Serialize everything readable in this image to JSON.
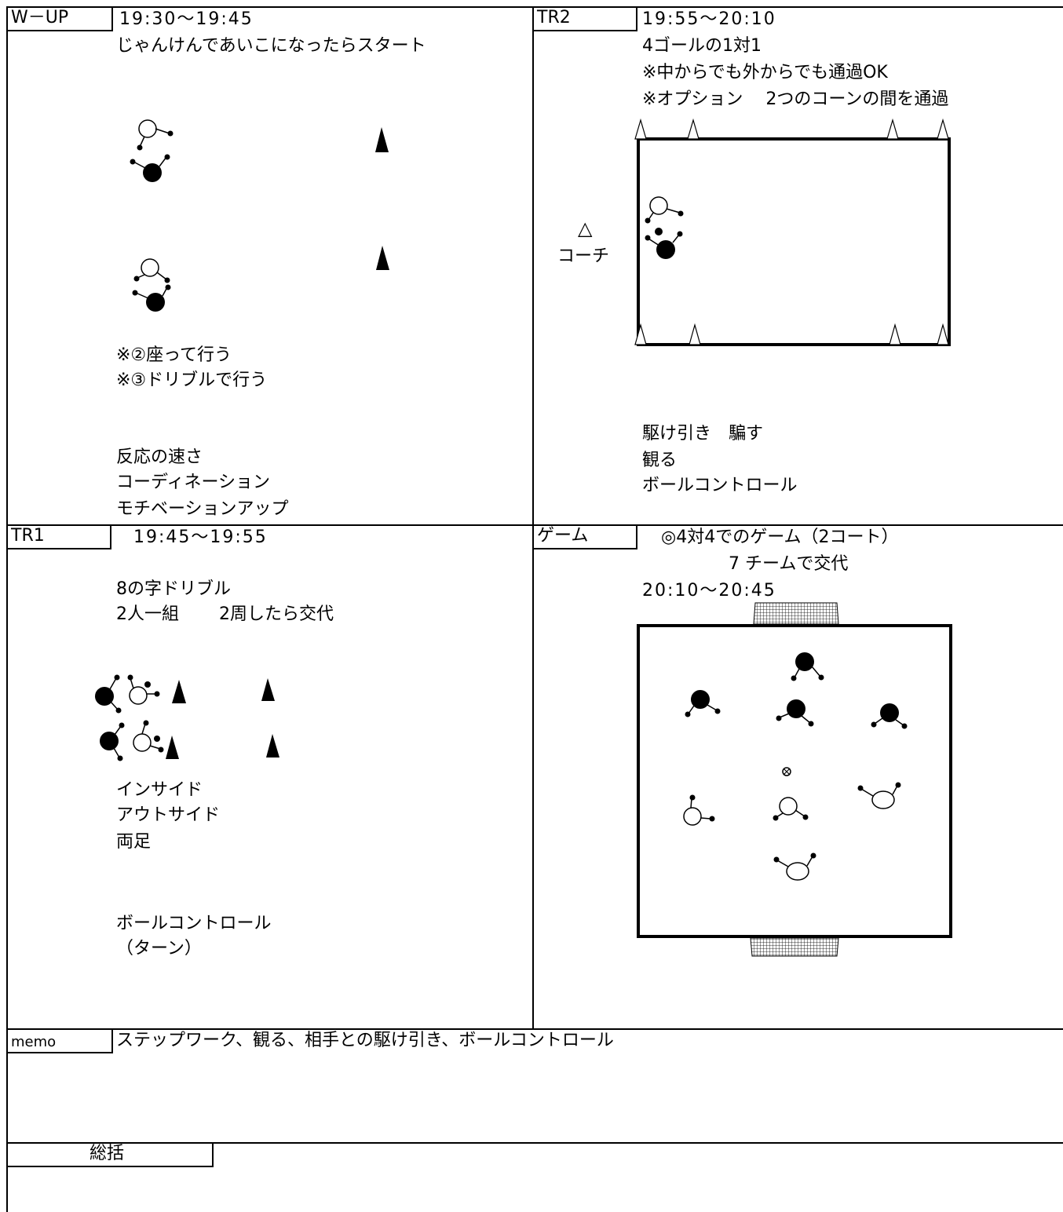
{
  "wup": {
    "tab": "W－UP",
    "time": "19:30～19:45",
    "line1": "じゃんけんであいこになったらスタート",
    "notes": [
      "※②座って行う",
      "※③ドリブルで行う"
    ],
    "points": [
      "反応の速さ",
      "コーディネーション",
      "モチベーションアップ"
    ]
  },
  "tr2": {
    "tab": "TR2",
    "time": "19:55～20:10",
    "lines": [
      "4ゴールの1対1",
      "※中からでも外からでも通過OK",
      "※オプション　 2つのコーンの間を通過"
    ],
    "coach_mark": "△",
    "coach": "コーチ",
    "points": [
      "駆け引き　騙す",
      "観る",
      "ボールコントロール"
    ]
  },
  "tr1": {
    "tab": "TR1",
    "time": "19:45～19:55",
    "lines": [
      "8の字ドリブル",
      "2人一組　　 2周したら交代"
    ],
    "points": [
      "インサイド",
      "アウトサイド",
      "両足"
    ],
    "points2": [
      "ボールコントロール",
      "（ターン）"
    ]
  },
  "game": {
    "tab": "ゲーム",
    "line1": "◎4対4でのゲーム（2コート）",
    "line2": "7 チームで交代",
    "time": "20:10～20:45"
  },
  "memo": {
    "tab": "memo",
    "text": "ステップワーク、観る、相手との駆け引き、ボールコントロール"
  },
  "summary": {
    "tab": "総括"
  }
}
